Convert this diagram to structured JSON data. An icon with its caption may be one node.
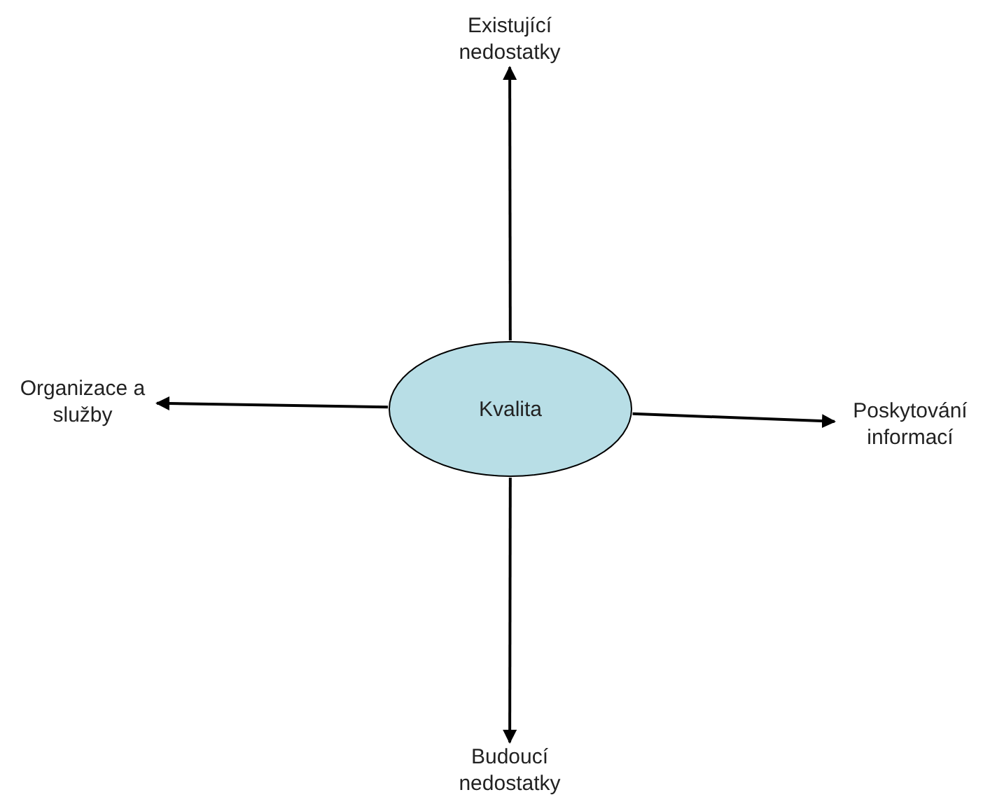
{
  "diagram": {
    "nodes": [
      {
        "text": [
          "Existující nedostatky"
        ]
      },
      {
        "text": [
          "Organizace a služby"
        ]
      },
      {
        "text": [
          "Kvalita"
        ]
      },
      {
        "text": [
          "Poskytování informací"
        ]
      },
      {
        "text": [
          "Budoucí nedostatky"
        ]
      }
    ],
    "edges": [
      {
        "from": 2,
        "to": 0,
        "arrow": "to"
      },
      {
        "from": 2,
        "to": 1,
        "arrow": "to"
      },
      {
        "from": 2,
        "to": 3,
        "arrow": "to"
      },
      {
        "from": 2,
        "to": 4,
        "arrow": "to"
      }
    ]
  }
}
